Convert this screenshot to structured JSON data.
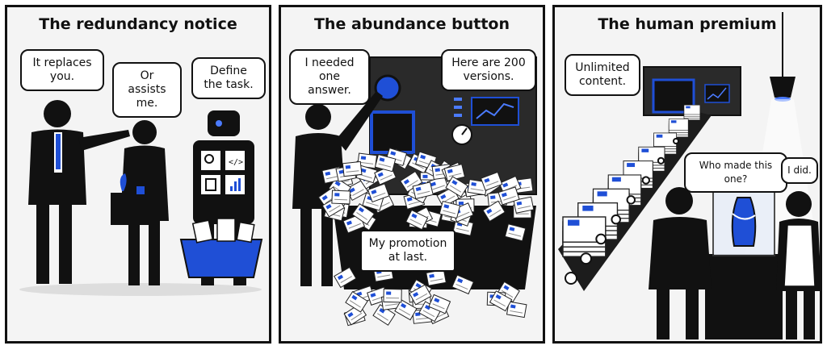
{
  "panels": [
    {
      "title": "The redundancy notice",
      "bubbles": [
        {
          "line1": "It replaces",
          "line2": "you."
        },
        {
          "line1": "Or assists",
          "line2": "me."
        },
        {
          "line1": "Define",
          "line2": "the task."
        }
      ],
      "icons": [
        "search-icon",
        "code-icon",
        "document-icon",
        "bar-chart-icon"
      ]
    },
    {
      "title": "The abundance button",
      "bubbles": [
        {
          "line1": "I needed",
          "line2": "one answer."
        },
        {
          "line1": "Here are 200",
          "line2": "versions."
        }
      ],
      "sign": {
        "line1": "My promotion",
        "line2": "at last."
      }
    },
    {
      "title": "The human premium",
      "bubbles": [
        {
          "line1": "Unlimited",
          "line2": "content."
        },
        {
          "line1": "Who made this one?"
        },
        {
          "line1": "I did."
        }
      ]
    }
  ],
  "colors": {
    "accent": "#1f4fd6",
    "ink": "#111111",
    "paper": "#f4f4f4"
  }
}
